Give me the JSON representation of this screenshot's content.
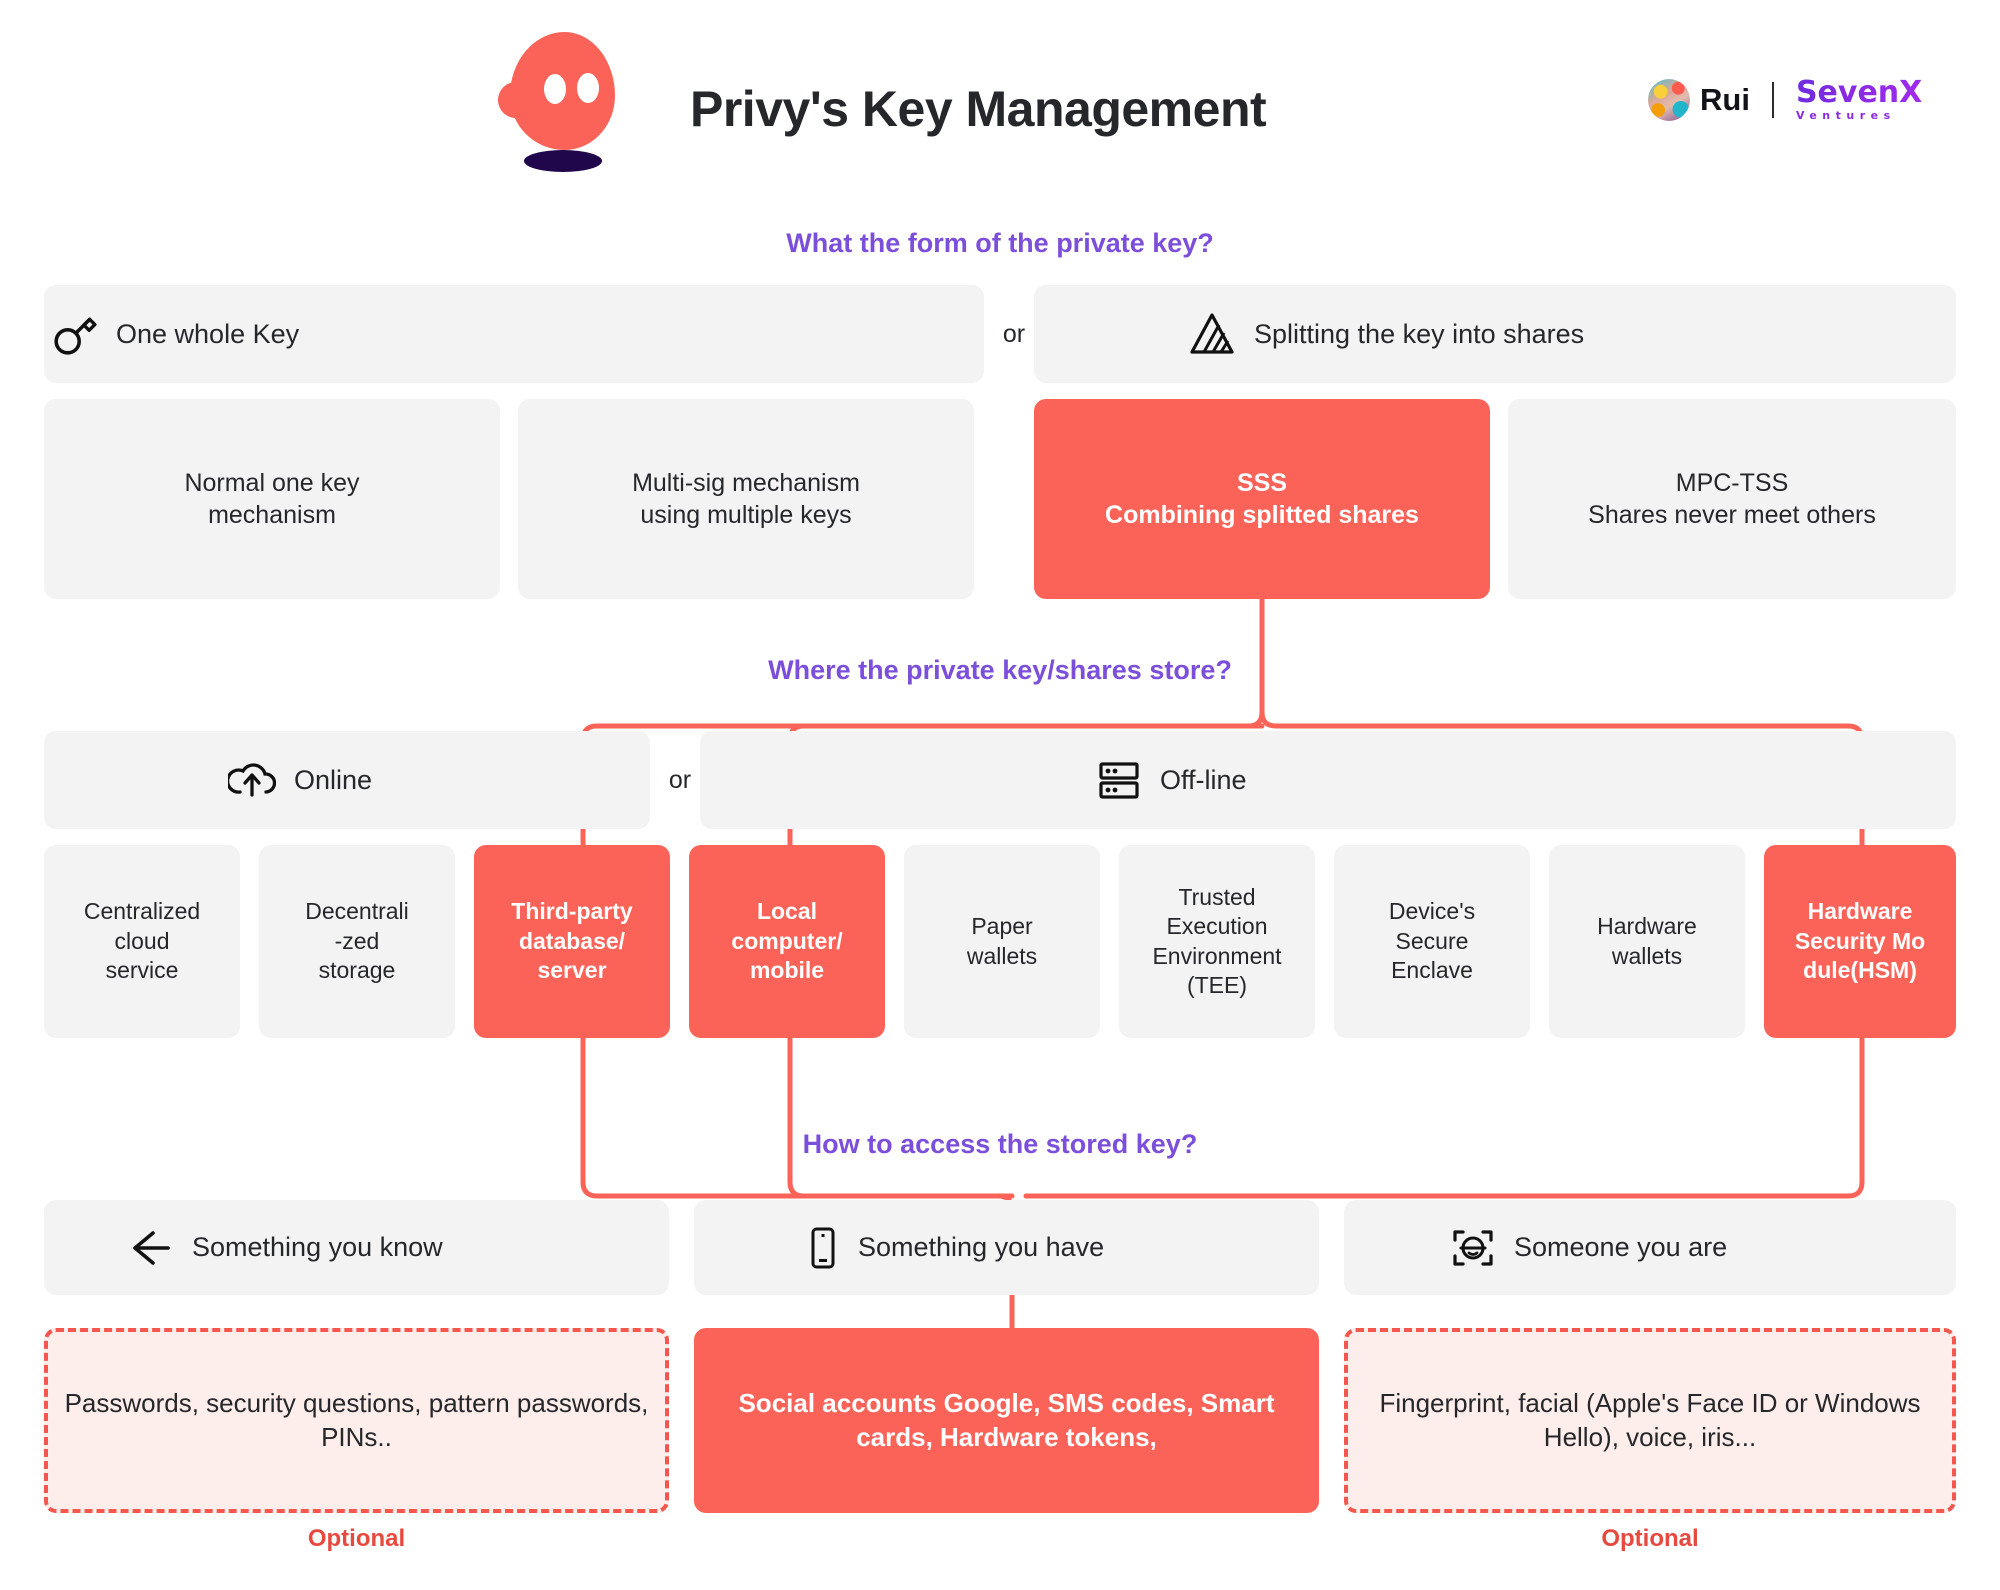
{
  "header": {
    "title": "Privy's Key Management",
    "logo_icon": "privy-blob-logo",
    "brand": {
      "author": "Rui",
      "avatar_icon": "user-avatar",
      "separator": "|",
      "company_main": "SevenX",
      "company_sub": "Ventures"
    }
  },
  "colors": {
    "accent_red": "#fb6359",
    "question_purple": "#7c4fdb",
    "box_grey": "#f3f3f3",
    "optional_fill": "#fdeeeb",
    "optional_border": "#f4574d",
    "text_dark": "#25272b"
  },
  "sections": [
    {
      "question": "What the form of the private key?",
      "header_options": [
        {
          "label": "One whole Key",
          "icon": "key-icon"
        },
        {
          "label": "Splitting the key into shares",
          "icon": "striped-triangle-icon"
        }
      ],
      "conjunction": "or",
      "items": [
        {
          "label": "Normal one key\nmechanism",
          "highlighted": false
        },
        {
          "label": "Multi-sig mechanism\nusing multiple keys",
          "highlighted": false
        },
        {
          "label": "SSS\nCombining splitted shares",
          "highlighted": true
        },
        {
          "label": "MPC-TSS\nShares never meet others",
          "highlighted": false
        }
      ]
    },
    {
      "question": "Where the private key/shares store?",
      "header_options": [
        {
          "label": "Online",
          "icon": "cloud-upload-icon"
        },
        {
          "label": "Off-line",
          "icon": "server-rack-icon"
        }
      ],
      "conjunction": "or",
      "items": [
        {
          "label": "Centralized\ncloud\nservice",
          "highlighted": false
        },
        {
          "label": "Decentrali\n-zed\nstorage",
          "highlighted": false
        },
        {
          "label": "Third-party\ndatabase/\nserver",
          "highlighted": true
        },
        {
          "label": "Local\ncomputer/\nmobile",
          "highlighted": true
        },
        {
          "label": "Paper\nwallets",
          "highlighted": false
        },
        {
          "label": "Trusted\nExecution\nEnvironment\n(TEE)",
          "highlighted": false
        },
        {
          "label": "Device's\nSecure\nEnclave",
          "highlighted": false
        },
        {
          "label": "Hardware\nwallets",
          "highlighted": false
        },
        {
          "label": "Hardware\nSecurity Mo\ndule(HSM)",
          "highlighted": true
        }
      ]
    },
    {
      "question": "How to access the stored key?",
      "header_options": [
        {
          "label": "Something you know",
          "icon": "left-arrow-icon"
        },
        {
          "label": "Something you have",
          "icon": "mobile-phone-icon"
        },
        {
          "label": "Someone you are",
          "icon": "face-scan-icon"
        }
      ],
      "items": [
        {
          "label": "Passwords, security questions, pattern passwords, PINs..",
          "style": "dashed",
          "footnote": "Optional"
        },
        {
          "label": "Social accounts Google, SMS codes, Smart cards, Hardware tokens,",
          "style": "red",
          "footnote": ""
        },
        {
          "label": "Fingerprint, facial (Apple's Face ID or Windows Hello), voice, iris...",
          "style": "dashed",
          "footnote": "Optional"
        }
      ]
    }
  ]
}
